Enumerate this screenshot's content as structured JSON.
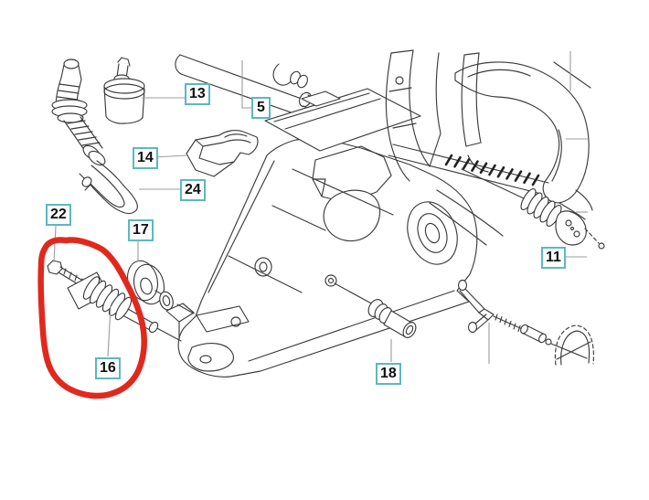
{
  "diagram": {
    "kind": "exploded-parts-diagram",
    "colors": {
      "background": "#ffffff",
      "line": "#3c3c3c",
      "leader": "#9c9c9c",
      "label_border": "#5db8be",
      "label_text": "#111111",
      "annotation_red": "#e0291c"
    },
    "parts": [
      {
        "number": "13"
      },
      {
        "number": "5"
      },
      {
        "number": "14"
      },
      {
        "number": "24"
      },
      {
        "number": "22"
      },
      {
        "number": "17"
      },
      {
        "number": "16"
      },
      {
        "number": "11"
      },
      {
        "number": "18"
      }
    ],
    "annotation": {
      "type": "hand-drawn-circle",
      "encircles_part_number": "16"
    }
  }
}
